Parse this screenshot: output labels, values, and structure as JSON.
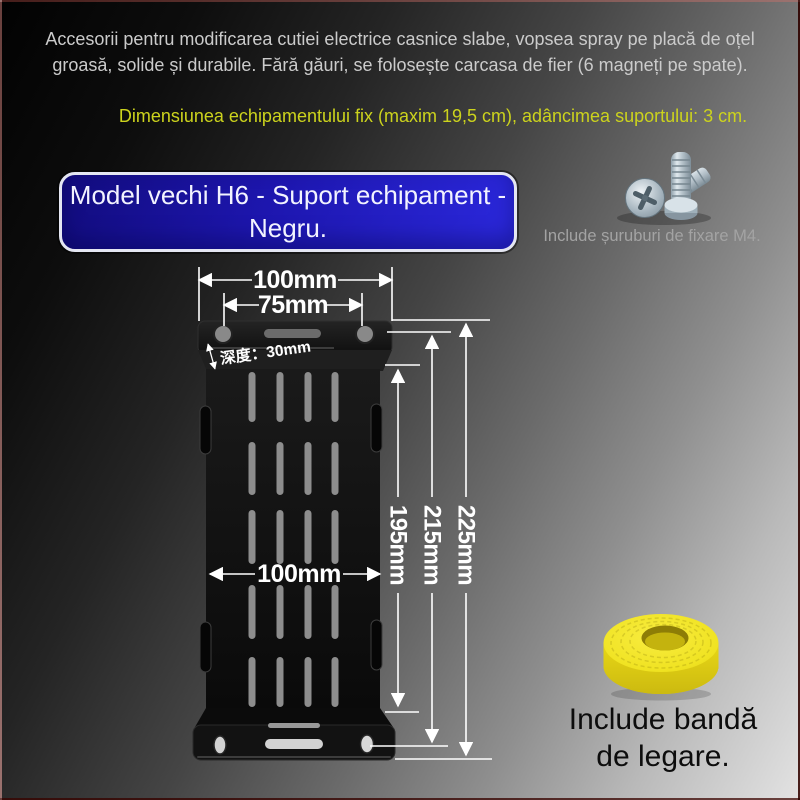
{
  "header": {
    "line1": "Accesorii pentru modificarea cutiei electrice casnice slabe, vopsea spray pe placă de oțel",
    "line2": "groasă, solide și durabile. Fără găuri, se folosește carcasa de fier (6 magneți pe spate)."
  },
  "subtitle": "Dimensiunea echipamentului fix (maxim 19,5 cm), adâncimea suportului: 3 cm.",
  "banner": {
    "line1": "Model vechi H6 - Suport echipament -",
    "line2": "Negru."
  },
  "screws": {
    "caption": "Include șuruburi de fixare M4."
  },
  "band": {
    "caption_line1": "Include bandă",
    "caption_line2": "de legare."
  },
  "dimensions": {
    "top_width": "100mm",
    "hole_spacing": "75mm",
    "body_width": "100mm",
    "body_height": "195mm",
    "hole_to_hole_height": "215mm",
    "total_height": "225mm",
    "depth_note": "深度：30mm"
  },
  "colors": {
    "accent_yellow": "#ccd31d",
    "banner_blue_dark": "#120c7e",
    "banner_blue_light": "#2b28dc",
    "band_yellow": "#f0e322",
    "dimension_lines": "#ffffff",
    "bracket_black": "#101010"
  }
}
